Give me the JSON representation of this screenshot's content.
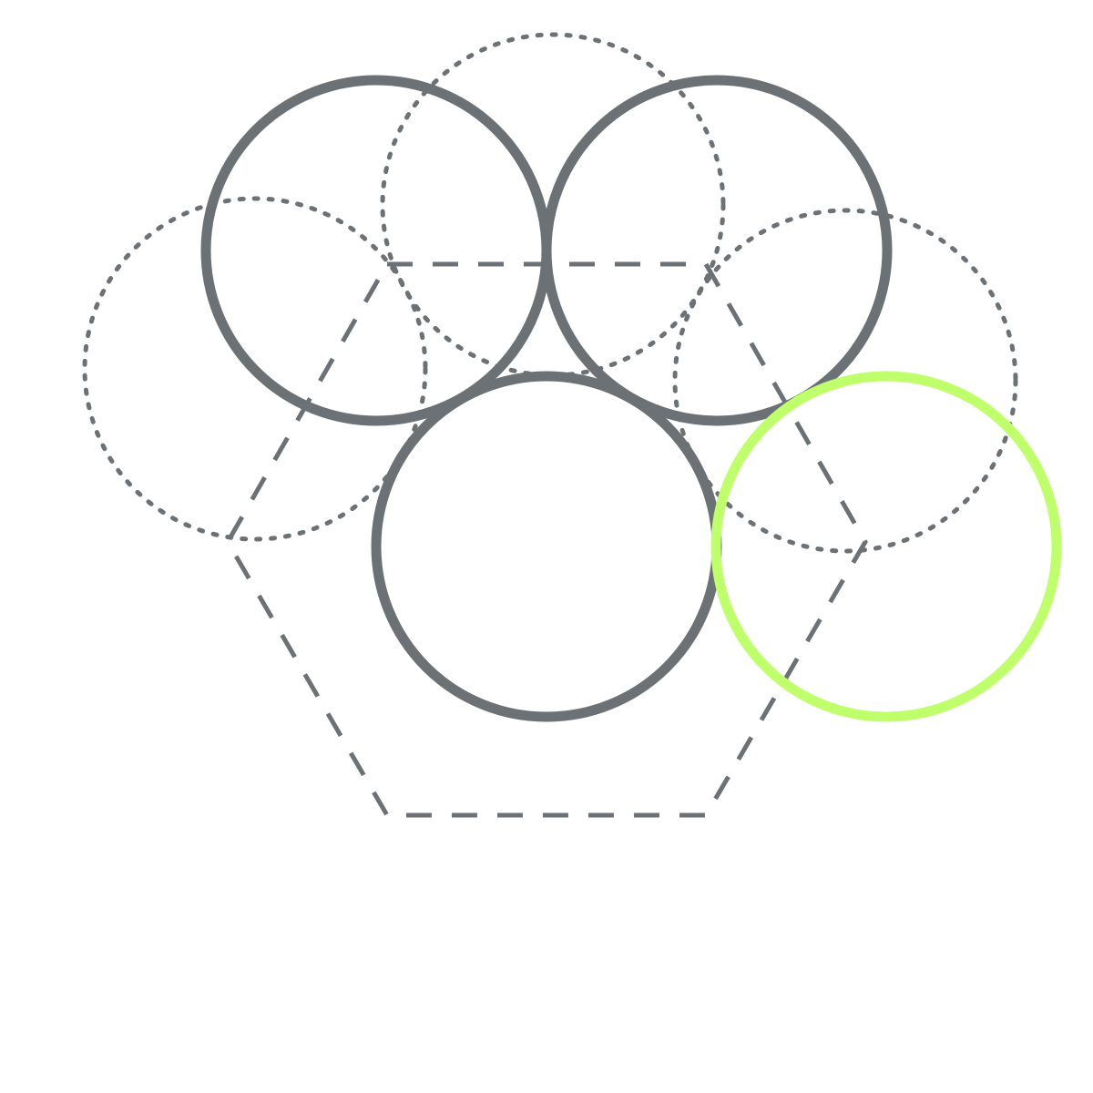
{
  "colors": {
    "stroke": "#6b7175",
    "highlight": "#c0ff6c",
    "background": "#ffffff"
  },
  "shapes": {
    "solid_circles": 3,
    "highlighted_circles": 1,
    "dotted_circles": 3,
    "dashed_hexagons": 1
  }
}
